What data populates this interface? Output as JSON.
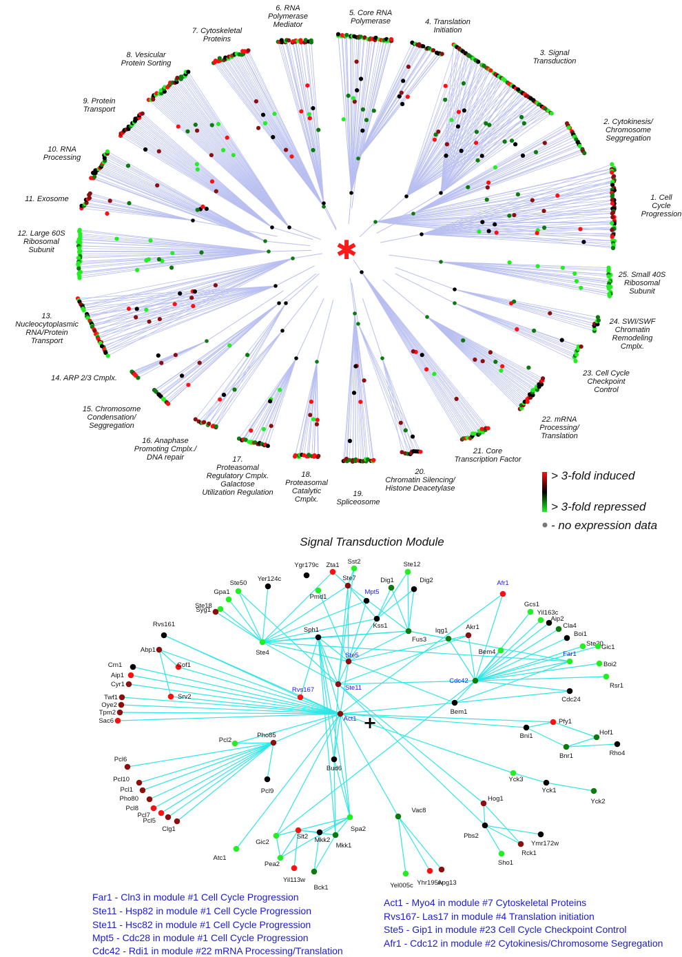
{
  "colors": {
    "edge_top": "#b8bff0",
    "edge_bottom": "#2ee6e6",
    "node_green": "#22ee22",
    "node_dark_green": "#0c7a0c",
    "node_red": "#ff1010",
    "node_dark_red": "#8a1010",
    "node_black": "#000000",
    "node_gray": "#777777",
    "star": "#ff1a1a",
    "note_text": "#1a1ad6"
  },
  "network": {
    "center_icon": "asterisk-icon",
    "modules": [
      {
        "label": "1. Cell Cycle Progression"
      },
      {
        "label": "2. Cytokinesis/ Chromosome Seggregation"
      },
      {
        "label": "3. Signal Transduction"
      },
      {
        "label": "4. Translation Initiation"
      },
      {
        "label": "5. Core RNA Polymerase"
      },
      {
        "label": "6. RNA Polymerase Mediator"
      },
      {
        "label": "7. Cytoskeletal Proteins"
      },
      {
        "label": "8. Vesicular Protein Sorting"
      },
      {
        "label": "9. Protein Transport"
      },
      {
        "label": "10. RNA Processing"
      },
      {
        "label": "11. Exosome"
      },
      {
        "label": "12. Large 60S Ribosomal Subunit"
      },
      {
        "label": "13. Nucleocytoplasmic RNA/Protein Transport"
      },
      {
        "label": "14. ARP 2/3 Cmplx."
      },
      {
        "label": "15. Chromosome Condensation/ Seggregation"
      },
      {
        "label": "16. Anaphase Promoting Cmplx./ DNA repair"
      },
      {
        "label": "17. Proteasomal Regulatory Cmplx. Galactose Utilization Regulation"
      },
      {
        "label": "18. Proteasomal Catalytic Cmplx."
      },
      {
        "label": "19. Spliceosome"
      },
      {
        "label": "20. Chromatin Silencing/ Histone Deacetylase"
      },
      {
        "label": "21. Core Transcription Factor"
      },
      {
        "label": "22. mRNA Processing/ Translation"
      },
      {
        "label": "23. Cell Cycle Checkpoint Control"
      },
      {
        "label": "24. SWI/SWF Chromatin Remodeling Cmplx."
      },
      {
        "label": "25. Small 40S Ribosomal Subunit"
      }
    ]
  },
  "legend": {
    "induced": "> 3-fold induced",
    "repressed": "> 3-fold repressed",
    "no_data": "- no expression data"
  },
  "signal_module": {
    "title": "Signal Transduction Module",
    "plus_icon": "plus-icon",
    "nodes": [
      {
        "id": "Zta1",
        "color": "red"
      },
      {
        "id": "Sst2",
        "color": "green"
      },
      {
        "id": "Ste12",
        "color": "green"
      },
      {
        "id": "Ygr179c",
        "color": "black"
      },
      {
        "id": "Ste7",
        "color": "dark_red"
      },
      {
        "id": "Dig1",
        "color": "dark_green"
      },
      {
        "id": "Dig2",
        "color": "black"
      },
      {
        "id": "Ste50",
        "color": "green"
      },
      {
        "id": "Yer124c",
        "color": "black"
      },
      {
        "id": "Pmd1",
        "color": "green"
      },
      {
        "id": "Mpt5",
        "color": "black",
        "highlight": true
      },
      {
        "id": "Gpa1",
        "color": "green"
      },
      {
        "id": "Syg1",
        "color": "green"
      },
      {
        "id": "Afr1",
        "color": "red",
        "highlight": true
      },
      {
        "id": "Gcs1",
        "color": "green"
      },
      {
        "id": "Yil163c",
        "color": "green"
      },
      {
        "id": "Ste18",
        "color": "dark_red"
      },
      {
        "id": "Aip2",
        "color": "black"
      },
      {
        "id": "Cla4",
        "color": "dark_green"
      },
      {
        "id": "Boi1",
        "color": "black"
      },
      {
        "id": "Ste20",
        "color": "green"
      },
      {
        "id": "Kss1",
        "color": "black"
      },
      {
        "id": "Iqg1",
        "color": "dark_green"
      },
      {
        "id": "Akr1",
        "color": "dark_red"
      },
      {
        "id": "Rvs161",
        "color": "black"
      },
      {
        "id": "Sph1",
        "color": "black"
      },
      {
        "id": "Fus3",
        "color": "dark_green"
      },
      {
        "id": "Bem4",
        "color": "green"
      },
      {
        "id": "Gic1",
        "color": "green"
      },
      {
        "id": "Ste4",
        "color": "green"
      },
      {
        "id": "Ste5",
        "color": "dark_red",
        "highlight": true
      },
      {
        "id": "Far1",
        "color": "green",
        "highlight": true
      },
      {
        "id": "Abp1",
        "color": "dark_red"
      },
      {
        "id": "Crn1",
        "color": "black"
      },
      {
        "id": "Cof1",
        "color": "red"
      },
      {
        "id": "Boi2",
        "color": "green"
      },
      {
        "id": "Aip1",
        "color": "red"
      },
      {
        "id": "Cyr1",
        "color": "dark_red"
      },
      {
        "id": "Cdc42",
        "color": "dark_green",
        "highlight": true
      },
      {
        "id": "Rsr1",
        "color": "green"
      },
      {
        "id": "Srv2",
        "color": "red"
      },
      {
        "id": "Ste11",
        "color": "dark_red",
        "highlight": true
      },
      {
        "id": "Rvs167",
        "color": "red",
        "highlight": true
      },
      {
        "id": "Cdc24",
        "color": "black"
      },
      {
        "id": "Twf1",
        "color": "dark_red"
      },
      {
        "id": "Oye2",
        "color": "dark_red"
      },
      {
        "id": "Tpm2",
        "color": "dark_red"
      },
      {
        "id": "Bem1",
        "color": "black"
      },
      {
        "id": "Sac6",
        "color": "red"
      },
      {
        "id": "Act1",
        "color": "dark_red",
        "highlight": true
      },
      {
        "id": "Pfy1",
        "color": "red"
      },
      {
        "id": "Pho85",
        "color": "dark_red"
      },
      {
        "id": "Hof1",
        "color": "dark_green"
      },
      {
        "id": "Pcl2",
        "color": "green"
      },
      {
        "id": "Bni1",
        "color": "black"
      },
      {
        "id": "Rho4",
        "color": "black"
      },
      {
        "id": "Bnr1",
        "color": "dark_green"
      },
      {
        "id": "Pcl6",
        "color": "dark_red"
      },
      {
        "id": "Bud6",
        "color": "black"
      },
      {
        "id": "Pcl10",
        "color": "dark_red"
      },
      {
        "id": "Pcl1",
        "color": "dark_red"
      },
      {
        "id": "Pcl9",
        "color": "black"
      },
      {
        "id": "Pho80",
        "color": "dark_red"
      },
      {
        "id": "Yck3",
        "color": "green"
      },
      {
        "id": "Yck1",
        "color": "black"
      },
      {
        "id": "Pcl8",
        "color": "red"
      },
      {
        "id": "Pcl7",
        "color": "red"
      },
      {
        "id": "Yck2",
        "color": "dark_green"
      },
      {
        "id": "Pcl5",
        "color": "dark_red"
      },
      {
        "id": "Hog1",
        "color": "dark_red"
      },
      {
        "id": "Clg1",
        "color": "dark_red"
      },
      {
        "id": "Vac8",
        "color": "dark_green"
      },
      {
        "id": "Pbs2",
        "color": "black"
      },
      {
        "id": "Spa2",
        "color": "green"
      },
      {
        "id": "Gic2",
        "color": "green"
      },
      {
        "id": "Ymr172w",
        "color": "black"
      },
      {
        "id": "Slt2",
        "color": "red"
      },
      {
        "id": "Mkk2",
        "color": "black"
      },
      {
        "id": "Mkk1",
        "color": "dark_green"
      },
      {
        "id": "Rck1",
        "color": "dark_red"
      },
      {
        "id": "Atc1",
        "color": "green"
      },
      {
        "id": "Sho1",
        "color": "green"
      },
      {
        "id": "Pea2",
        "color": "green"
      },
      {
        "id": "Yil113w",
        "color": "red"
      },
      {
        "id": "Bck1",
        "color": "dark_green"
      },
      {
        "id": "Yel005c",
        "color": "green"
      },
      {
        "id": "Yhr195w",
        "color": "red"
      },
      {
        "id": "Apg13",
        "color": "dark_red"
      }
    ]
  },
  "notes_left": [
    "Far1 - Cln3 in module #1 Cell Cycle Progression",
    "Ste11 - Hsp82 in module #1 Cell Cycle Progression",
    "Ste11 - Hsc82 in module #1 Cell Cycle Progression",
    "Mpt5 - Cdc28 in module #1 Cell Cycle Progression",
    "Cdc42 - Rdi1 in module #22 mRNA Processing/Translation"
  ],
  "notes_right": [
    "Act1 - Myo4 in module #7 Cytoskeletal Proteins",
    "Rvs167- Las17 in module #4 Translation initiation",
    "Ste5 - Gip1 in module #23 Cell Cycle Checkpoint Control",
    "Afr1 - Cdc12 in module #2 Cytokinesis/Chromosome Segregation"
  ]
}
